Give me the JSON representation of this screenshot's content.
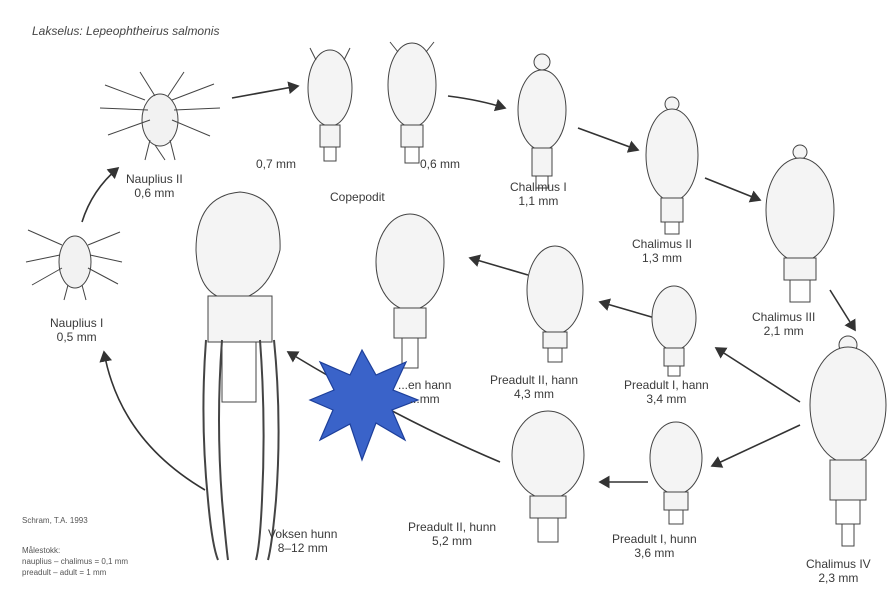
{
  "title": "Lakselus: Lepeophtheirus salmonis",
  "stages": {
    "nauplius2": {
      "name": "Nauplius II",
      "size": "0,6 mm"
    },
    "nauplius1": {
      "name": "Nauplius I",
      "size": "0,5 mm"
    },
    "copepodit": {
      "name": "Copepodit",
      "size_left": "0,7 mm",
      "size_right": "0,6 mm"
    },
    "chalimus1": {
      "name": "Chalimus I",
      "size": "1,1 mm"
    },
    "chalimus2": {
      "name": "Chalimus II",
      "size": "1,3 mm"
    },
    "chalimus3": {
      "name": "Chalimus III",
      "size": "2,1 mm"
    },
    "chalimus4": {
      "name": "Chalimus IV",
      "size": "2,3 mm"
    },
    "preadult1_male": {
      "name": "Preadult I, hann",
      "size": "3,4 mm"
    },
    "preadult2_male": {
      "name": "Preadult II, hann",
      "size": "4,3 mm"
    },
    "adult_male": {
      "name": "...en hann",
      "size": "...mm"
    },
    "preadult1_female": {
      "name": "Preadult I, hunn",
      "size": "3,6 mm"
    },
    "preadult2_female": {
      "name": "Preadult II, hunn",
      "size": "5,2 mm"
    },
    "adult_female": {
      "name": "Voksen hunn",
      "size": "8–12 mm"
    }
  },
  "credits": {
    "author": "Schram, T.A. 1993",
    "scale_heading": "Målestokk:",
    "scale_line1": "nauplius – chalimus = 0,1 mm",
    "scale_line2": "preadult – adult = 1 mm"
  },
  "colors": {
    "star": "#3a63c9",
    "star_stroke": "#1d3f9a",
    "ink": "#444444"
  }
}
